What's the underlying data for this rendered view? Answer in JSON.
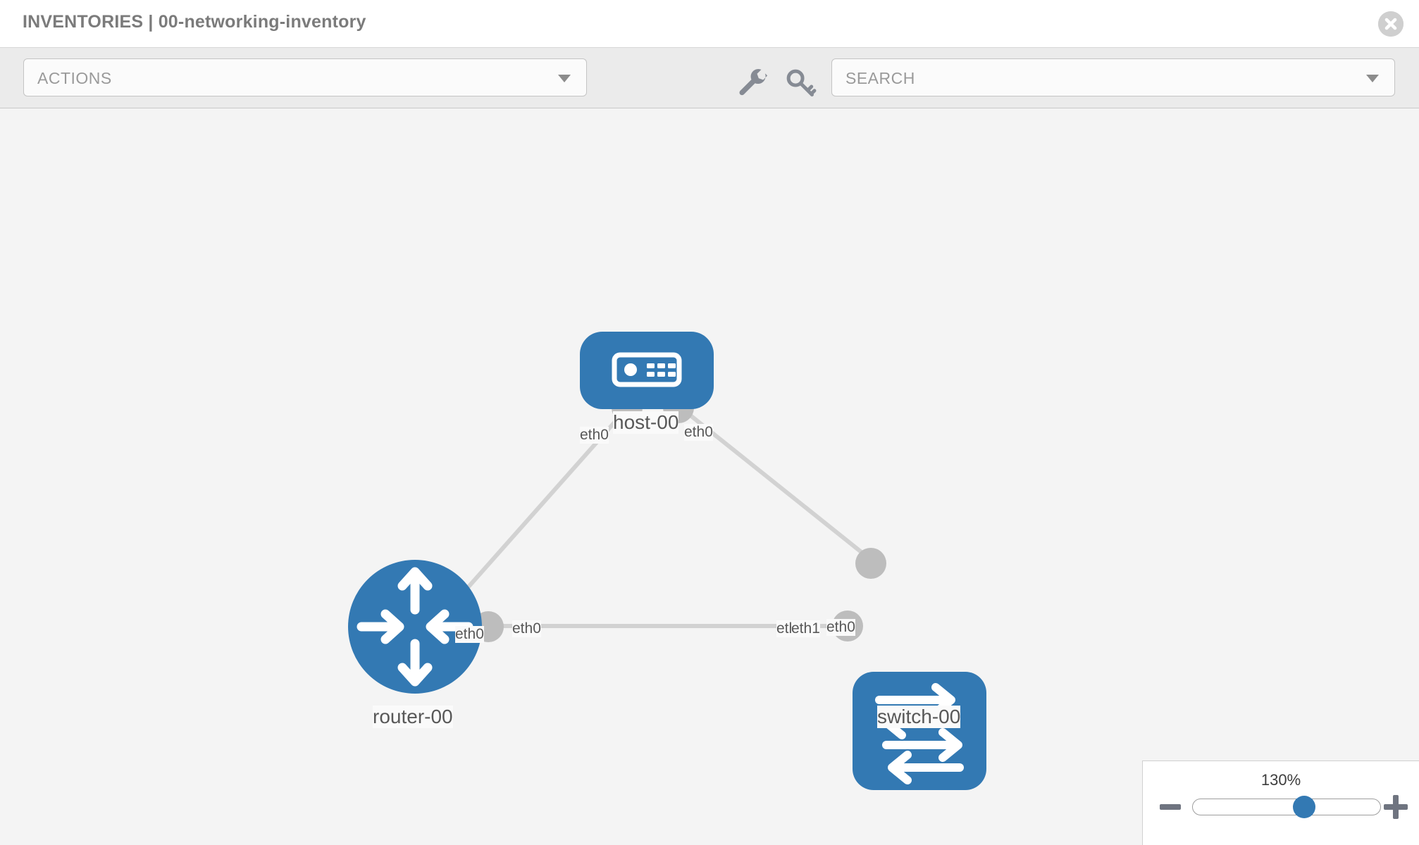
{
  "header": {
    "title": "INVENTORIES | 00-networking-inventory",
    "close_icon": "close-circle-icon"
  },
  "toolbar": {
    "actions_label": "ACTIONS",
    "actions_caret_icon": "chevron-down-icon",
    "wrench_icon": "wrench-icon",
    "key_icon": "key-icon",
    "search_placeholder": "SEARCH",
    "search_value": "",
    "search_caret_icon": "chevron-down-icon"
  },
  "topology": {
    "nodes": [
      {
        "id": "host-00",
        "label": "host-00",
        "type": "host",
        "shape": "rounded-rect",
        "icon": "server-icon",
        "color": "#3379b3"
      },
      {
        "id": "router-00",
        "label": "router-00",
        "type": "router",
        "shape": "circle",
        "icon": "router-arrows-icon",
        "color": "#3379b3"
      },
      {
        "id": "switch-00",
        "label": "switch-00",
        "type": "switch",
        "shape": "rounded-square",
        "icon": "switch-arrows-icon",
        "color": "#3379b3"
      }
    ],
    "edges": [
      {
        "from": "router-00",
        "to": "host-00",
        "from_label": "eth0",
        "to_label": "eth0"
      },
      {
        "from": "host-00",
        "to": "switch-00",
        "from_label": "eth0",
        "to_label": "eth0"
      },
      {
        "from": "router-00",
        "to": "switch-00",
        "from_label": "eth0",
        "to_label_a": "eth0",
        "to_label_b": "eth1"
      }
    ],
    "interface_labels": {
      "host_left": "eth0",
      "host_right": "eth0",
      "router_to_host": "eth0",
      "switch_to_host": "eth0",
      "router_to_switch": "eth0",
      "switch_left_a": "eth0",
      "switch_left_b": "eth1"
    }
  },
  "zoom_control": {
    "percent": "130%",
    "minus_icon": "minus-icon",
    "plus_icon": "plus-icon",
    "slider_value": 130
  }
}
